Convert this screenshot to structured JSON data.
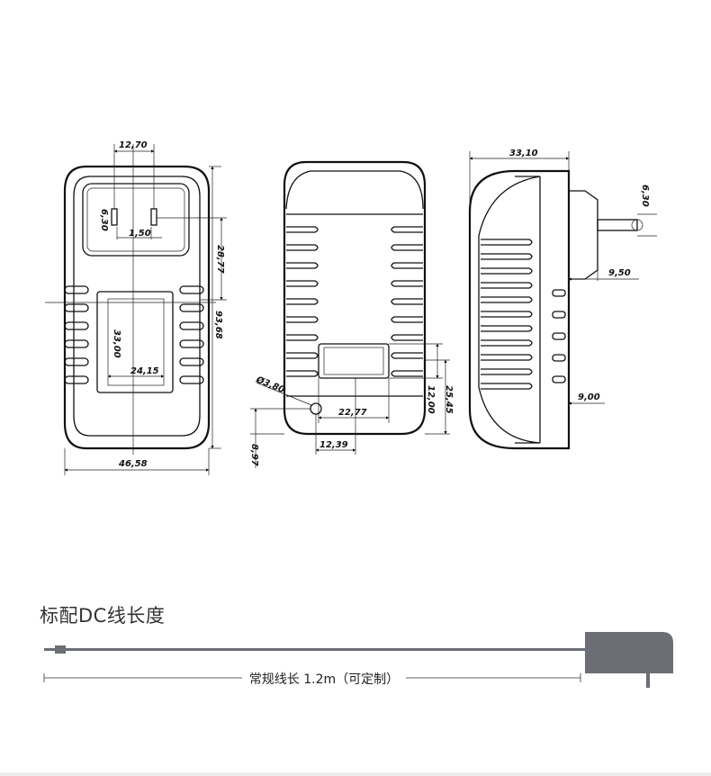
{
  "front_view": {
    "dims": {
      "pin_spacing": "12,70",
      "pin_height": "6,30",
      "pin_width": "1,50",
      "plug_height": "28,77",
      "label_height": "33,00",
      "label_width": "24,15",
      "total_height": "93,68",
      "total_width": "46,58"
    }
  },
  "back_view": {
    "dims": {
      "hole_diameter": "Ø3,80",
      "window_width": "22,77",
      "window_height": "12,00",
      "window_offset": "25,45",
      "hole_offset": "8,97",
      "hole_spacing": "12,39"
    }
  },
  "side_view": {
    "dims": {
      "depth": "33,10",
      "pin_thickness": "6,30",
      "pin_length": "9,50",
      "bottom_step": "9,00"
    }
  },
  "cable_section": {
    "title": "标配DC线长度",
    "length_label": "常规线长 1.2m（可定制）",
    "colors": {
      "cable": "#6b6e75",
      "adapter_body": "#6b6e75",
      "dim_line": "#333333"
    }
  }
}
